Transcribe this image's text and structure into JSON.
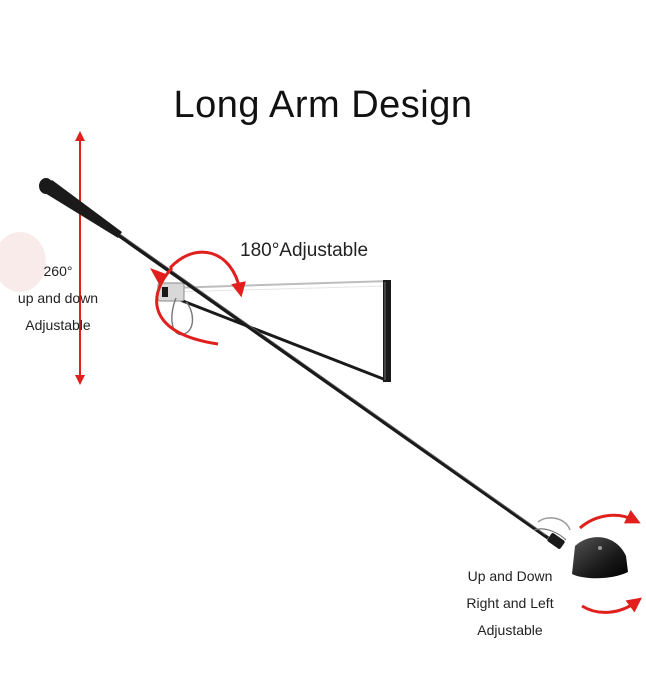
{
  "title": "Long Arm Design",
  "annotations": {
    "pivot_rotation": "180°Adjustable",
    "vertical_rotation": {
      "line1": "260°",
      "line2": "up and down",
      "line3": "Adjustable"
    },
    "head_rotation": {
      "line1": "Up and Down",
      "line2": "Right and Left",
      "line3": "Adjustable"
    }
  },
  "colors": {
    "arrow": "#e0201c",
    "arm": "#1a1a1a",
    "bracket": "#cfcfcf",
    "text": "#222222"
  },
  "icons": [
    "vertical-double-arrow-icon",
    "rotate-arrow-icon",
    "lamp-icon"
  ]
}
